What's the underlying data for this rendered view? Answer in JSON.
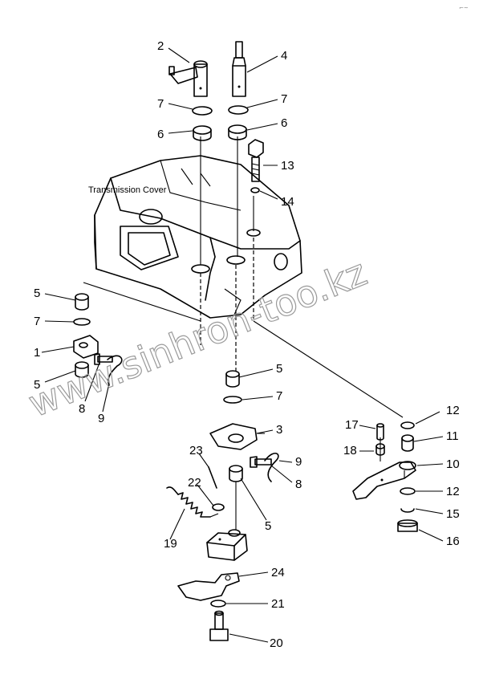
{
  "diagram": {
    "cover_label": "Transmission Cover",
    "watermark": "www.sinhron-too.kz",
    "corner_mark": "⌐~",
    "labels": {
      "n1": "1",
      "n2": "2",
      "n3": "3",
      "n4": "4",
      "n5a": "5",
      "n5b": "5",
      "n5c": "5",
      "n5d": "5",
      "n6a": "6",
      "n6b": "6",
      "n7a": "7",
      "n7b": "7",
      "n7c": "7",
      "n7d": "7",
      "n8a": "8",
      "n8b": "8",
      "n9a": "9",
      "n9b": "9",
      "n10": "10",
      "n11": "11",
      "n12a": "12",
      "n12b": "12",
      "n13": "13",
      "n14": "14",
      "n15": "15",
      "n16": "16",
      "n17": "17",
      "n18": "18",
      "n19": "19",
      "n20": "20",
      "n21": "21",
      "n22": "22",
      "n23": "23",
      "n24": "24"
    }
  }
}
